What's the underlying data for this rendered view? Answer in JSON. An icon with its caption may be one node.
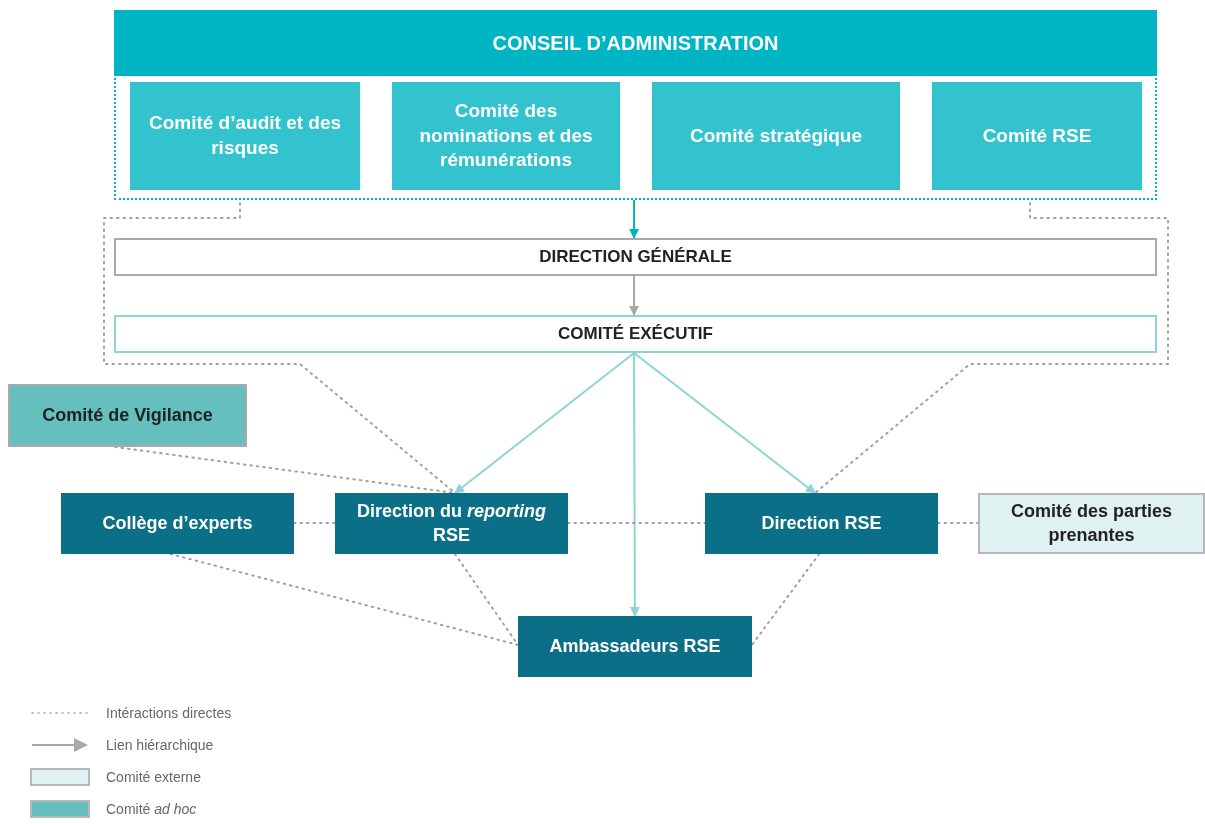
{
  "diagram": {
    "nodes": [
      {
        "text": [
          "CONSEIL D’ADMINISTRATION"
        ]
      },
      {
        "text": [
          "Comité d’audit et des risques"
        ],
        "in": 0
      },
      {
        "text": [
          "Comité des nominations et des rémunérations"
        ],
        "in": 0
      },
      {
        "text": [
          "Comité stratégique"
        ],
        "in": 0
      },
      {
        "text": [
          "Comité RSE"
        ],
        "in": 0
      },
      {
        "text": [
          "DIRECTION GÉNÉRALE"
        ]
      },
      {
        "text": [
          "COMITÉ EXÉCUTIF"
        ]
      },
      {
        "text": [
          "Comité de Vigilance"
        ]
      },
      {
        "text": [
          "Collège d’experts"
        ]
      },
      {
        "text": [
          "Direction du *reporting* RSE"
        ]
      },
      {
        "text": [
          "Direction RSE"
        ]
      },
      {
        "text": [
          "Comité des parties prenantes"
        ]
      },
      {
        "text": [
          "Ambassadeurs RSE"
        ]
      }
    ],
    "edges": [
      {
        "from": 0,
        "to": 5,
        "arrow": "to",
        "color": "#00b5c3"
      },
      {
        "from": 5,
        "to": 6,
        "arrow": "to",
        "color": "#a7a9ac"
      },
      {
        "from": 6,
        "to": 9,
        "arrow": "to",
        "color": "#8fd4d4"
      },
      {
        "from": 6,
        "to": 12,
        "arrow": "to",
        "color": "#8fd4d4"
      },
      {
        "from": 6,
        "to": 10,
        "arrow": "to",
        "color": "#8fd4d4"
      },
      {
        "from": 1,
        "to": 9,
        "arrow": "none",
        "style": "dashed"
      },
      {
        "from": 4,
        "to": 10,
        "arrow": "none",
        "style": "dashed"
      },
      {
        "from": 7,
        "to": 9,
        "arrow": "none",
        "style": "dashed"
      },
      {
        "from": 8,
        "to": 9,
        "arrow": "none",
        "style": "dashed"
      },
      {
        "from": 9,
        "to": 10,
        "arrow": "none",
        "style": "dashed"
      },
      {
        "from": 10,
        "to": 11,
        "arrow": "none",
        "style": "dashed"
      },
      {
        "from": 8,
        "to": 12,
        "arrow": "none",
        "style": "dashed"
      },
      {
        "from": 9,
        "to": 12,
        "arrow": "none",
        "style": "dashed"
      },
      {
        "from": 10,
        "to": 12,
        "arrow": "none",
        "style": "dashed"
      }
    ],
    "legend": [
      {
        "text": "Intéractions directes"
      },
      {
        "text": "Lien hiérarchique"
      },
      {
        "text": "Comité externe",
        "color": "#dff1f1"
      },
      {
        "text": "Comité *ad hoc*",
        "color": "#66bfbf"
      }
    ]
  }
}
